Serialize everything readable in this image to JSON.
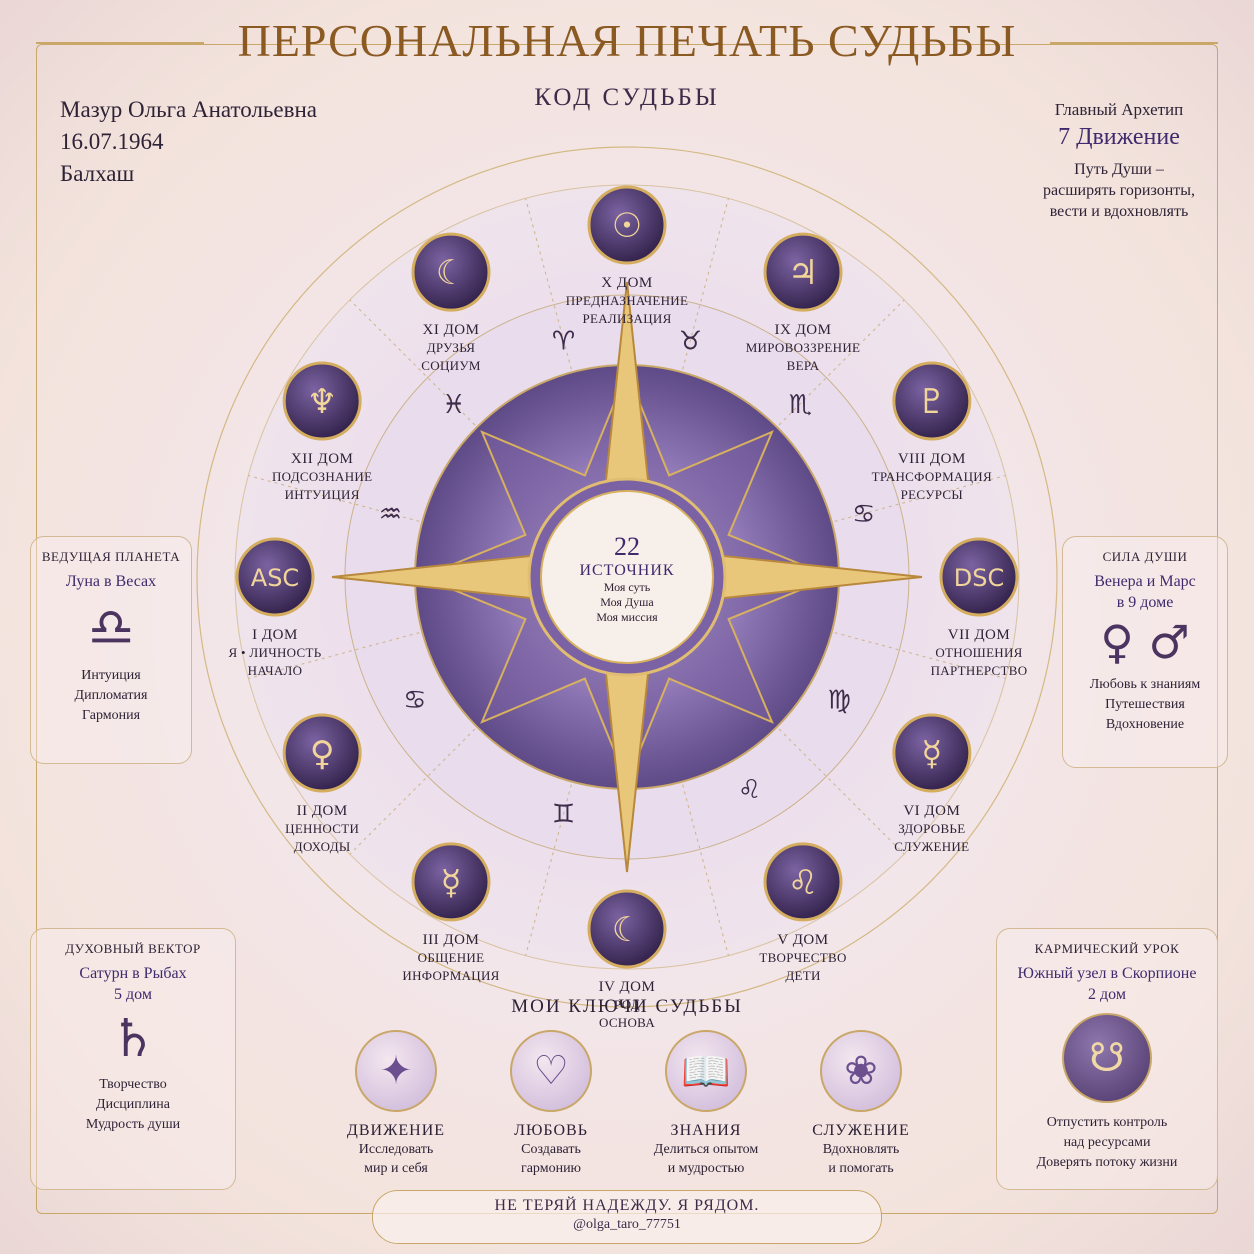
{
  "header": {
    "title": "ПЕРСОНАЛЬНАЯ ПЕЧАТЬ СУДЬБЫ",
    "subtitle": "КОД СУДЬБЫ"
  },
  "person": {
    "name": "Мазур Ольга Анатольевна",
    "date": "16.07.1964",
    "city": "Балхаш"
  },
  "archetype": {
    "label": "Главный Архетип",
    "value": "7 Движение",
    "text": [
      "Путь Души –",
      "расширять горизонты,",
      "вести и вдохновлять"
    ]
  },
  "center": {
    "number": "22",
    "title": "ИСТОЧНИК",
    "lines": [
      "Моя суть",
      "Моя Душа",
      "Моя миссия"
    ]
  },
  "houses": [
    {
      "symbol": "☉",
      "icon": "sun-icon",
      "name": "X ДОМ",
      "lines": [
        "ПРЕДНАЗНАЧЕНИЕ",
        "РЕАЛИЗАЦИЯ"
      ]
    },
    {
      "symbol": "♃",
      "icon": "jupiter-icon",
      "name": "IX ДОМ",
      "lines": [
        "МИРОВОЗЗРЕНИЕ",
        "ВЕРА"
      ]
    },
    {
      "symbol": "♇",
      "icon": "pluto-icon",
      "name": "VIII ДОМ",
      "lines": [
        "ТРАНСФОРМАЦИЯ",
        "РЕСУРСЫ"
      ]
    },
    {
      "symbol": "DSC",
      "icon": "descendant-icon",
      "name": "VII ДОМ",
      "lines": [
        "ОТНОШЕНИЯ",
        "ПАРТНЕРСТВО"
      ]
    },
    {
      "symbol": "☿",
      "icon": "mercury-icon",
      "name": "VI ДОМ",
      "lines": [
        "ЗДОРОВЬЕ",
        "СЛУЖЕНИЕ"
      ]
    },
    {
      "symbol": "♌",
      "icon": "leo-icon",
      "name": "V ДОМ",
      "lines": [
        "ТВОРЧЕСТВО",
        "ДЕТИ"
      ]
    },
    {
      "symbol": "☾",
      "icon": "moon-icon",
      "name": "IV ДОМ",
      "lines": [
        "РОД",
        "ОСНОВА"
      ]
    },
    {
      "symbol": "☿",
      "icon": "mercury-icon",
      "name": "III ДОМ",
      "lines": [
        "ОБЩЕНИЕ",
        "ИНФОРМАЦИЯ"
      ]
    },
    {
      "symbol": "♀",
      "icon": "venus-icon",
      "name": "II ДОМ",
      "lines": [
        "ЦЕННОСТИ",
        "ДОХОДЫ"
      ]
    },
    {
      "symbol": "ASC",
      "icon": "ascendant-icon",
      "name": "I ДОМ",
      "lines": [
        "Я • ЛИЧНОСТЬ",
        "НАЧАЛО"
      ]
    },
    {
      "symbol": "♆",
      "icon": "neptune-icon",
      "name": "XII ДОМ",
      "lines": [
        "ПОДСОЗНАНИЕ",
        "ИНТУИЦИЯ"
      ]
    },
    {
      "symbol": "☾",
      "icon": "moon-icon",
      "name": "XI ДОМ",
      "lines": [
        "ДРУЗЬЯ",
        "СОЦИУМ"
      ]
    }
  ],
  "zodiac": [
    "♈",
    "♉",
    "♏",
    "♋",
    "♍",
    "♌",
    "♊",
    "♋",
    "♒",
    "♓"
  ],
  "panels": {
    "planet": {
      "label": "ВЕДУЩАЯ ПЛАНЕТА",
      "value": "Луна в Весах",
      "glyph": "♎",
      "icon": "libra-icon",
      "lines": [
        "Интуиция",
        "Дипломатия",
        "Гармония"
      ]
    },
    "soul": {
      "label": "СИЛА ДУШИ",
      "value": [
        "Венера и Марс",
        "в 9 доме"
      ],
      "glyph": "♀ ♂",
      "icon": "venus-mars-icon",
      "lines": [
        "Любовь к знаниям",
        "Путешествия",
        "Вдохновение"
      ]
    },
    "vector": {
      "label": "ДУХОВНЫЙ ВЕКТОР",
      "value": [
        "Сатурн в Рыбах",
        "5 дом"
      ],
      "glyph": "♄",
      "icon": "saturn-icon",
      "lines": [
        "Творчество",
        "Дисциплина",
        "Мудрость души"
      ]
    },
    "karma": {
      "label": "КАРМИЧЕСКИЙ УРОК",
      "value": [
        "Южный узел в Скорпионе",
        "2 дом"
      ],
      "glyph": "☋",
      "icon": "south-node-icon",
      "lines": [
        "Отпустить контроль",
        "над ресурсами",
        "Доверять потоку жизни"
      ]
    }
  },
  "keys": {
    "title": "МОИ КЛЮЧИ СУДЬБЫ",
    "items": [
      {
        "icon": "compass-star-icon",
        "glyph": "✦",
        "title": "ДВИЖЕНИЕ",
        "lines": [
          "Исследовать",
          "мир и себя"
        ]
      },
      {
        "icon": "heart-icon",
        "glyph": "♡",
        "title": "ЛЮБОВЬ",
        "lines": [
          "Создавать",
          "гармонию"
        ]
      },
      {
        "icon": "book-icon",
        "glyph": "📖",
        "title": "ЗНАНИЯ",
        "lines": [
          "Делиться опытом",
          "и мудростью"
        ]
      },
      {
        "icon": "lotus-icon",
        "glyph": "❀",
        "title": "СЛУЖЕНИЕ",
        "lines": [
          "Вдохновлять",
          "и помогать"
        ]
      }
    ]
  },
  "footer": {
    "message": "НЕ ТЕРЯЙ НАДЕЖДУ. Я РЯДОМ.",
    "handle": "@olga_taro_77751"
  },
  "colors": {
    "gold": "#c9a768",
    "purple": "#4b3466",
    "accent": "#3f2a6e",
    "bg": "#f3e5e6"
  }
}
